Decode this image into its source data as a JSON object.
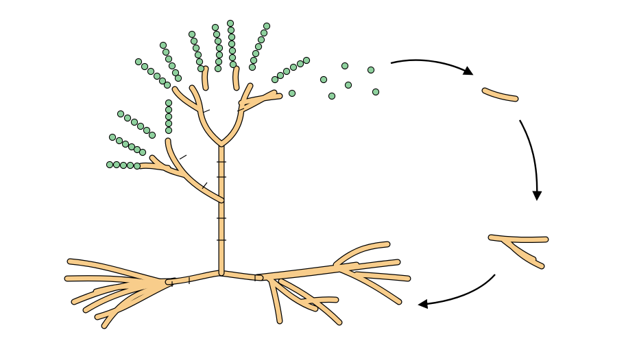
{
  "diagram": {
    "title": "",
    "colors": {
      "hypha_fill": "#f8cd8b",
      "hypha_stroke": "#000000",
      "spore_fill": "#8fd19e",
      "arrow": "#000000",
      "background": "#ffffff"
    },
    "stages": [
      {
        "name": "conidiophore-with-conidia-chains"
      },
      {
        "name": "released-conidia"
      },
      {
        "name": "germinating-conidium"
      },
      {
        "name": "branching-germ-tube"
      },
      {
        "name": "mycelium"
      }
    ],
    "arrows": [
      {
        "name": "arrow-spores-to-germination"
      },
      {
        "name": "arrow-germination-to-branching"
      },
      {
        "name": "arrow-branching-to-mycelium"
      }
    ]
  }
}
